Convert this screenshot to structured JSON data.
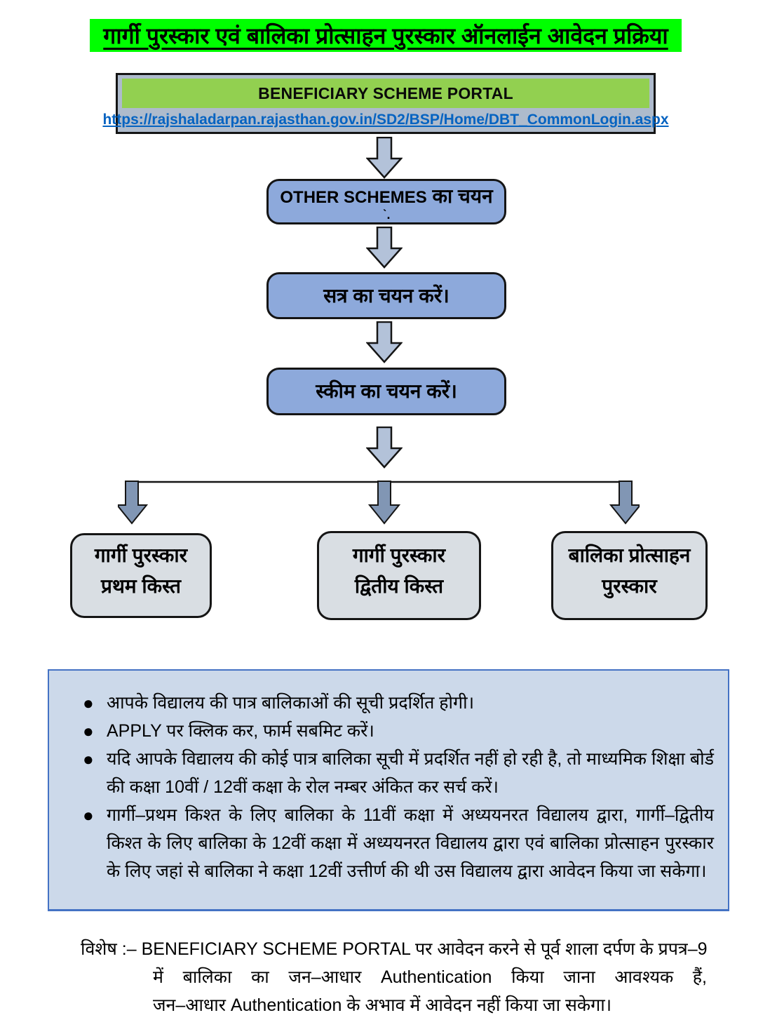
{
  "page": {
    "title": "गार्गी पुरस्कार एवं बालिका प्रोत्साहन पुरस्कार ऑनलाईन आवेदन प्रक्रिया"
  },
  "portal": {
    "heading": "BENEFICIARY SCHEME PORTAL",
    "url": "https://rajshaladarpan.rajasthan.gov.in/SD2/BSP/Home/DBT_CommonLogin.aspx"
  },
  "flow": {
    "step1_latin": "OTHER SCHEMES",
    "step1_hindi": "  का  चयन",
    "step1_mark": "ˋ.",
    "step2": "सत्र का चयन करें।",
    "step3": "स्कीम का चयन करें।"
  },
  "branches": [
    {
      "line1": "गार्गी  पुरस्कार",
      "line2": "प्रथम  किस्त"
    },
    {
      "line1": "गार्गी  पुरस्कार",
      "line2": "द्वितीय  किस्त"
    },
    {
      "line1": "बालिका  प्रोत्साहन",
      "line2": "पुरस्कार"
    }
  ],
  "notes": {
    "bullets": [
      "आपके विद्यालय की पात्र बालिकाओं की सूची प्रदर्शित होगी।",
      "APPLY पर क्लिक कर, फार्म सबमिट करें।",
      "यदि आपके विद्यालय की कोई पात्र बालिका सूची में प्रदर्शित नहीं हो रही है, तो माध्यमिक शिक्षा बोर्ड की कक्षा 10वीं / 12वीं कक्षा के रोल नम्बर अंकित कर सर्च करें।",
      "गार्गी–प्रथम किश्त के लिए बालिका के 11वीं कक्षा में अध्ययनरत विद्यालय द्वारा, गार्गी–द्वितीय किश्त के लिए बालिका के 12वीं कक्षा में अध्ययनरत विद्यालय द्वारा एवं बालिका प्रोत्साहन पुरस्कार के लिए जहां से बालिका ने कक्षा 12वीं उत्तीर्ण की थी उस विद्यालय द्वारा आवेदन किया जा सकेगा।"
    ]
  },
  "special": {
    "label": "विशेष :– ",
    "line1": "BENEFICIARY SCHEME PORTAL पर आवेदन करने से पूर्व शाला दर्पण के प्रपत्र–9",
    "line2": "में बालिका का जन–आधार Authentication किया जाना आवश्यक हैं,",
    "line3": "जन–आधार Authentication के अभाव में आवेदन नहीं किया जा सकेगा।"
  },
  "colors": {
    "title_highlight": "#00ff00",
    "portal_header_green": "#92d050",
    "portal_body_gray_blue": "#aebbcc",
    "step_box_blue": "#8da9db",
    "branch_box_gray": "#d9dee3",
    "notes_bg": "#ccd9ea",
    "notes_border": "#4472c4",
    "link_blue": "#0563c1",
    "arrow_light": "#b3c2d9",
    "arrow_dark": "#8196b4",
    "outline_black": "#151515"
  }
}
